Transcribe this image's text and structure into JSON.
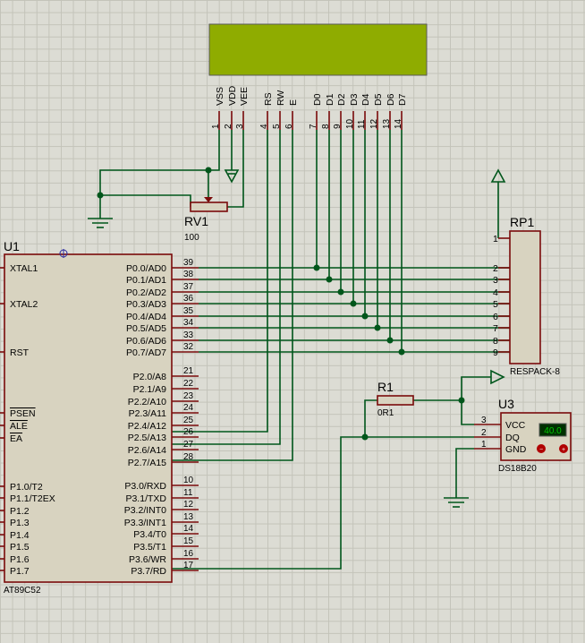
{
  "lcd": {
    "color": "#8fac00",
    "pin_names": [
      "VSS",
      "VDD",
      "VEE",
      "RS",
      "RW",
      "E",
      "D0",
      "D1",
      "D2",
      "D3",
      "D4",
      "D5",
      "D6",
      "D7"
    ],
    "pin_numbers": [
      "1",
      "2",
      "3",
      "4",
      "5",
      "6",
      "7",
      "8",
      "9",
      "10",
      "11",
      "12",
      "13",
      "14"
    ]
  },
  "rv1": {
    "ref": "RV1",
    "value": "100"
  },
  "u1": {
    "ref": "U1",
    "part": "AT89C52",
    "left_pins": [
      "XTAL1",
      "XTAL2",
      "RST",
      "PSEN",
      "ALE",
      "EA",
      "P1.0/T2",
      "P1.1/T2EX",
      "P1.2",
      "P1.3",
      "P1.4",
      "P1.5",
      "P1.6",
      "P1.7"
    ],
    "port0": [
      "P0.0/AD0",
      "P0.1/AD1",
      "P0.2/AD2",
      "P0.3/AD3",
      "P0.4/AD4",
      "P0.5/AD5",
      "P0.6/AD6",
      "P0.7/AD7"
    ],
    "port0_nums": [
      "39",
      "38",
      "37",
      "36",
      "35",
      "34",
      "33",
      "32"
    ],
    "port2": [
      "P2.0/A8",
      "P2.1/A9",
      "P2.2/A10",
      "P2.3/A11",
      "P2.4/A12",
      "P2.5/A13",
      "P2.6/A14",
      "P2.7/A15"
    ],
    "port2_nums": [
      "21",
      "22",
      "23",
      "24",
      "25",
      "26",
      "27",
      "28"
    ],
    "port3": [
      "P3.0/RXD",
      "P3.1/TXD",
      "P3.2/INT0",
      "P3.3/INT1",
      "P3.4/T0",
      "P3.5/T1",
      "P3.6/WR",
      "P3.7/RD"
    ],
    "port3_nums": [
      "10",
      "11",
      "12",
      "13",
      "14",
      "15",
      "16",
      "17"
    ]
  },
  "rp1": {
    "ref": "RP1",
    "part": "RESPACK-8",
    "pin_numbers": [
      "1",
      "2",
      "3",
      "4",
      "5",
      "6",
      "7",
      "8",
      "9"
    ]
  },
  "r1": {
    "ref": "R1",
    "value": "0R1"
  },
  "u3": {
    "ref": "U3",
    "part": "DS18B20",
    "pin_names": [
      "VCC",
      "DQ",
      "GND"
    ],
    "pin_numbers": [
      "3",
      "2",
      "1"
    ],
    "display": "40.0",
    "display_color": "#00c800",
    "display_bg": "#003000"
  }
}
